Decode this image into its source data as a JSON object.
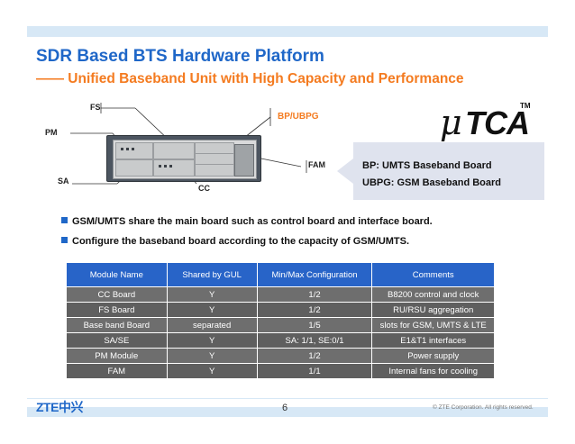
{
  "slide": {
    "title": "SDR Based BTS Hardware Platform",
    "subtitle": "—— Unified Baseband Unit with High Capacity and Performance"
  },
  "diagram": {
    "labels": {
      "fs": "FS",
      "pm": "PM",
      "sa": "SA",
      "cc": "CC",
      "bp_ubpg": "BP/UBPG",
      "fam": "FAM"
    },
    "callout": {
      "line1": "BP: UMTS Baseband Board",
      "line2": "UBPG: GSM Baseband Board"
    },
    "logo": {
      "mu": "μ",
      "tca": "TCA",
      "tm": "TM"
    }
  },
  "bullets": [
    "GSM/UMTS share the main board such as control board and interface board.",
    "Configure the baseband board according to the capacity of GSM/UMTS."
  ],
  "table": {
    "headers": [
      "Module Name",
      "Shared by GUL",
      "Min/Max Configuration",
      "Comments"
    ],
    "rows": [
      [
        "CC Board",
        "Y",
        "1/2",
        "B8200  control and clock"
      ],
      [
        "FS Board",
        "Y",
        "1/2",
        "RU/RSU aggregation"
      ],
      [
        "Base band Board",
        "separated",
        "1/5",
        "slots for GSM, UMTS & LTE"
      ],
      [
        "SA/SE",
        "Y",
        "SA: 1/1, SE:0/1",
        "E1&T1 interfaces"
      ],
      [
        "PM Module",
        "Y",
        "1/2",
        "Power supply"
      ],
      [
        "FAM",
        "Y",
        "1/1",
        "Internal fans for cooling"
      ]
    ]
  },
  "footer": {
    "logo": "ZTE中兴",
    "page": "6",
    "copyright": "© ZTE Corporation. All rights reserved."
  },
  "colors": {
    "title_blue": "#1f67c8",
    "subtitle_orange": "#f47b20",
    "table_header": "#2864c8",
    "table_row": "#6e6e6e"
  }
}
